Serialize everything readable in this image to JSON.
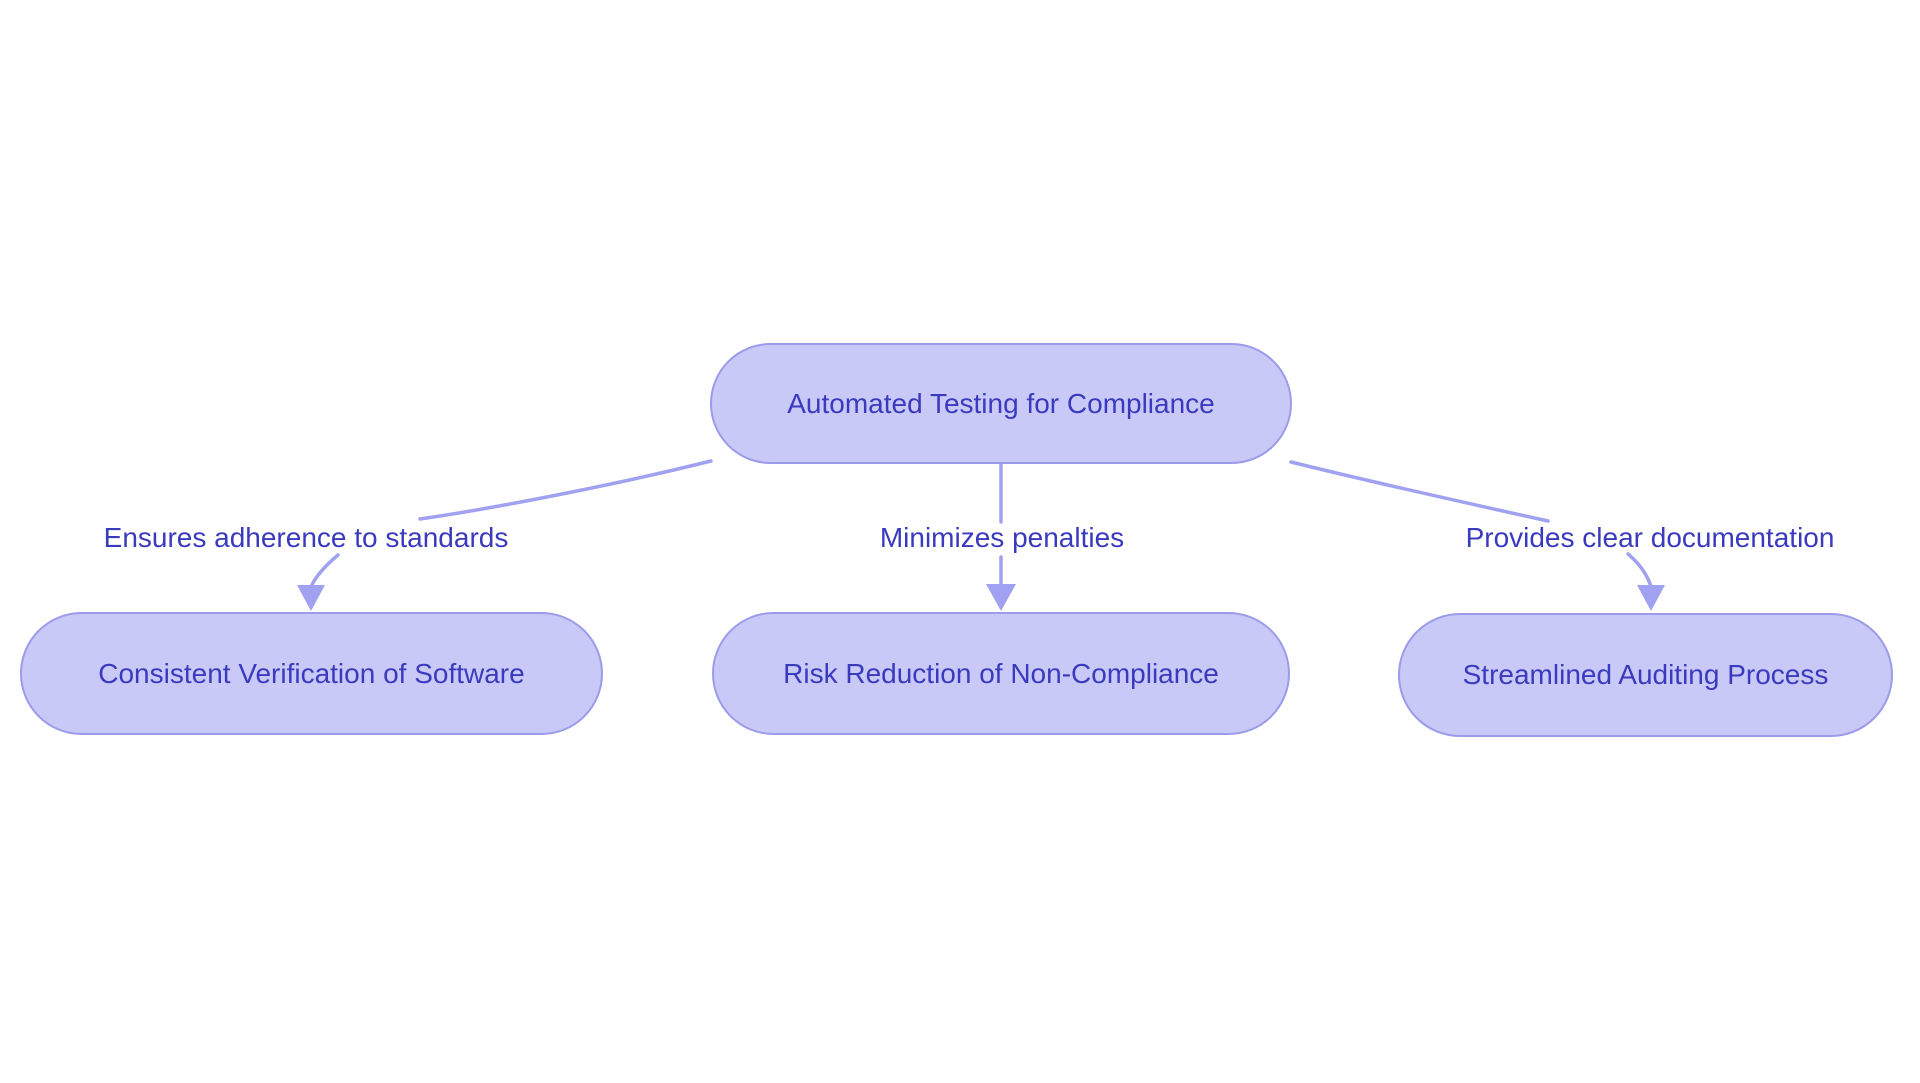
{
  "flowchart": {
    "type": "flowchart",
    "direction": "top-down",
    "nodes": [
      {
        "id": "root",
        "label": "Automated Testing for Compliance"
      },
      {
        "id": "left",
        "label": "Consistent Verification of Software"
      },
      {
        "id": "mid",
        "label": "Risk Reduction of Non-Compliance"
      },
      {
        "id": "right",
        "label": "Streamlined Auditing Process"
      }
    ],
    "edges": [
      {
        "from": "root",
        "to": "left",
        "label": "Ensures adherence to standards"
      },
      {
        "from": "root",
        "to": "mid",
        "label": "Minimizes penalties"
      },
      {
        "from": "root",
        "to": "right",
        "label": "Provides clear documentation"
      }
    ],
    "colors": {
      "node_fill": "#c9c9f7",
      "node_border": "#9b9be9",
      "edge_line": "#a0a1f0",
      "arrowhead": "#a0a1f0",
      "text": "#3a3abf",
      "background": "#ffffff"
    }
  }
}
